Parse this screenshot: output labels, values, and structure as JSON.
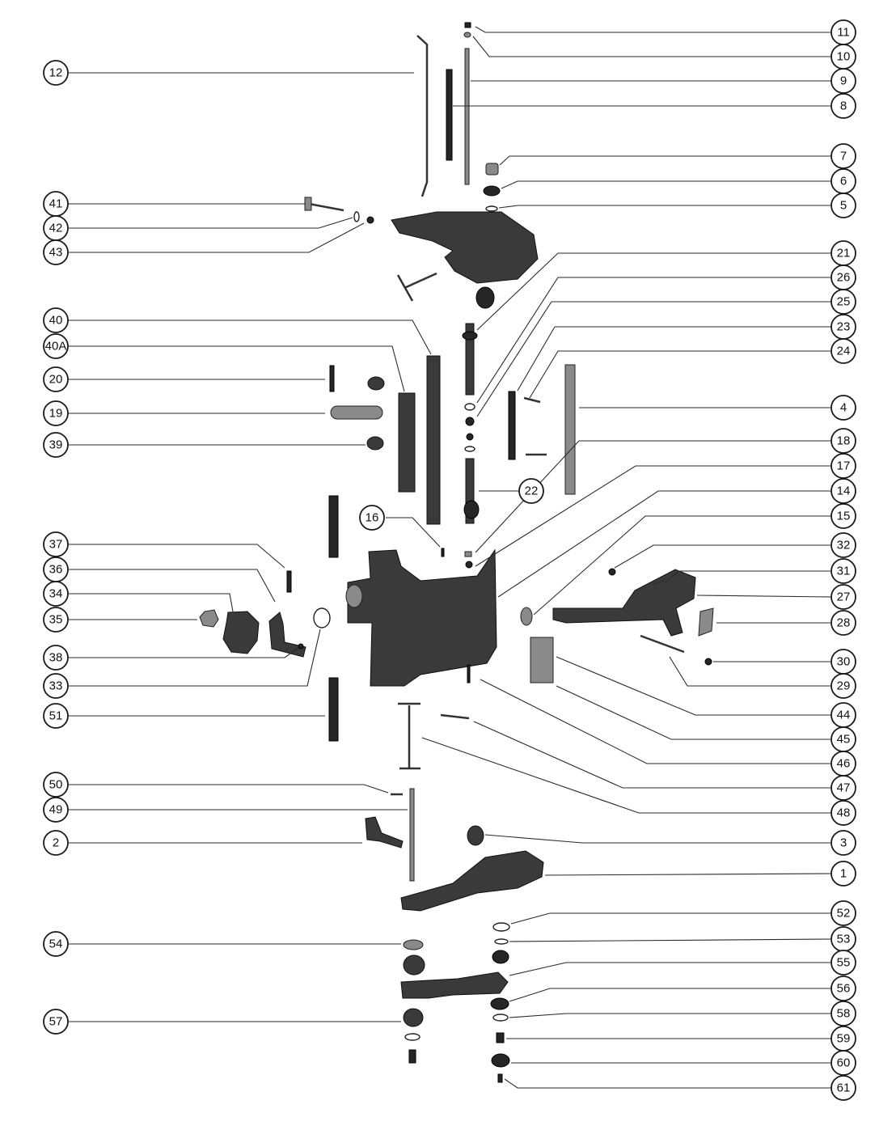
{
  "diagram": {
    "callouts": {
      "c1": "1",
      "c2": "2",
      "c3": "3",
      "c4": "4",
      "c5": "5",
      "c6": "6",
      "c7": "7",
      "c8": "8",
      "c9": "9",
      "c10": "10",
      "c11": "11",
      "c12": "12",
      "c14": "14",
      "c15": "15",
      "c16": "16",
      "c17": "17",
      "c18": "18",
      "c19": "19",
      "c20": "20",
      "c21": "21",
      "c22": "22",
      "c23": "23",
      "c24": "24",
      "c25": "25",
      "c26": "26",
      "c27": "27",
      "c28": "28",
      "c29": "29",
      "c30": "30",
      "c31": "31",
      "c32": "32",
      "c33": "33",
      "c34": "34",
      "c35": "35",
      "c36": "36",
      "c37": "37",
      "c38": "38",
      "c39": "39",
      "c40": "40",
      "c40A": "40A",
      "c41": "41",
      "c42": "42",
      "c43": "43",
      "c44": "44",
      "c45": "45",
      "c46": "46",
      "c47": "47",
      "c48": "48",
      "c49": "49",
      "c50": "50",
      "c51": "51",
      "c52": "52",
      "c53": "53",
      "c54": "54",
      "c55": "55",
      "c56": "56",
      "c57": "57",
      "c58": "58",
      "c59": "59",
      "c60": "60",
      "c61": "61"
    }
  }
}
